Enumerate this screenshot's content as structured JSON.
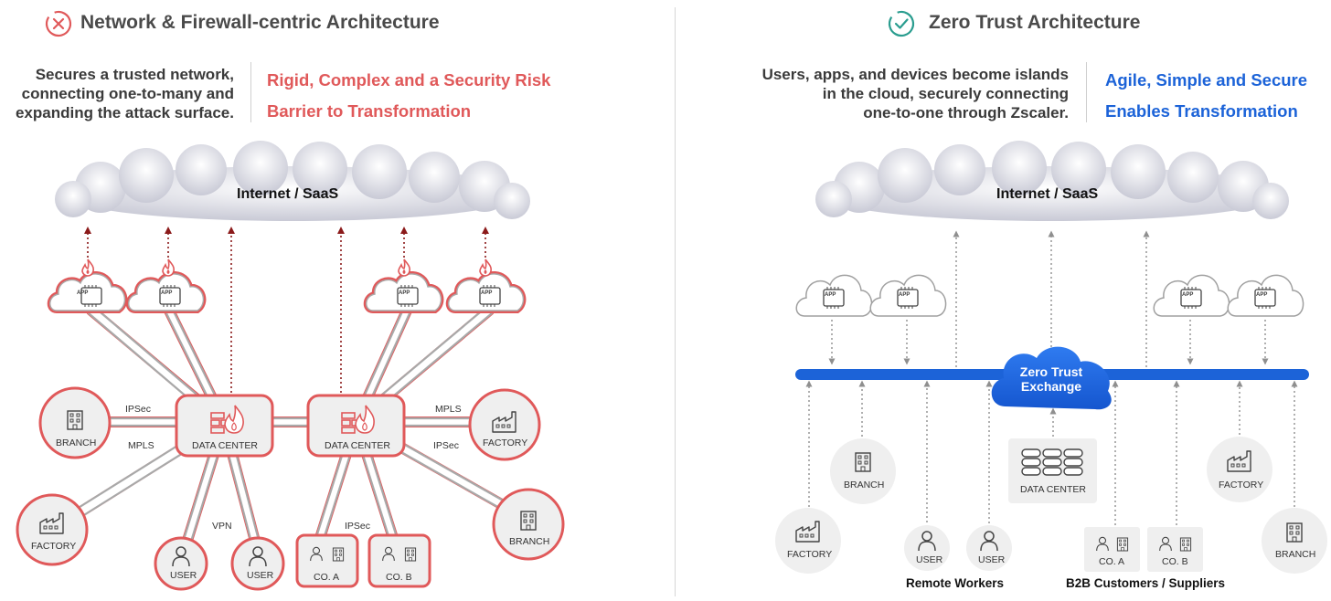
{
  "left": {
    "title": "Network & Firewall-centric Architecture",
    "description": [
      "Secures a trusted network,",
      "connecting one-to-many and",
      "expanding the attack surface."
    ],
    "claims": [
      "Rigid, Complex and a Security Risk",
      "Barrier to Transformation"
    ],
    "cloud_label": "Internet / SaaS",
    "app_label": "APP",
    "datacenter_label": "DATA CENTER",
    "branch_label": "BRANCH",
    "factory_label": "FACTORY",
    "user_label": "USER",
    "coa_label": "CO. A",
    "cob_label": "CO. B",
    "ipsec_label": "IPSec",
    "mpls_label": "MPLS",
    "vpn_label": "VPN"
  },
  "right": {
    "title": "Zero Trust Architecture",
    "description": [
      "Users, apps, and devices become islands",
      "in the cloud, securely connecting",
      "one-to-one through Zscaler."
    ],
    "claims": [
      "Agile, Simple and Secure",
      "Enables Transformation"
    ],
    "cloud_label": "Internet / SaaS",
    "app_label": "APP",
    "exchange_label": [
      "Zero Trust",
      "Exchange"
    ],
    "datacenter_label": "DATA CENTER",
    "branch_label": "BRANCH",
    "factory_label": "FACTORY",
    "user_label": "USER",
    "coa_label": "CO. A",
    "cob_label": "CO. B",
    "remote_workers_label": "Remote Workers",
    "b2b_label": "B2B Customers / Suppliers"
  },
  "colors": {
    "red_accent": "#e0595a",
    "dark_red_arrow": "#8b1a1a",
    "blue_accent": "#1c63d8",
    "green_check": "#2a9d8f",
    "circle_fill": "#efefef",
    "pipe_gray": "#a9a9a9"
  },
  "icons": [
    "x-circle-icon",
    "check-circle-icon",
    "cloud-icon",
    "app-chip-icon",
    "flame-icon",
    "firewall-icon",
    "building-icon",
    "factory-icon",
    "user-icon",
    "server-icon"
  ]
}
